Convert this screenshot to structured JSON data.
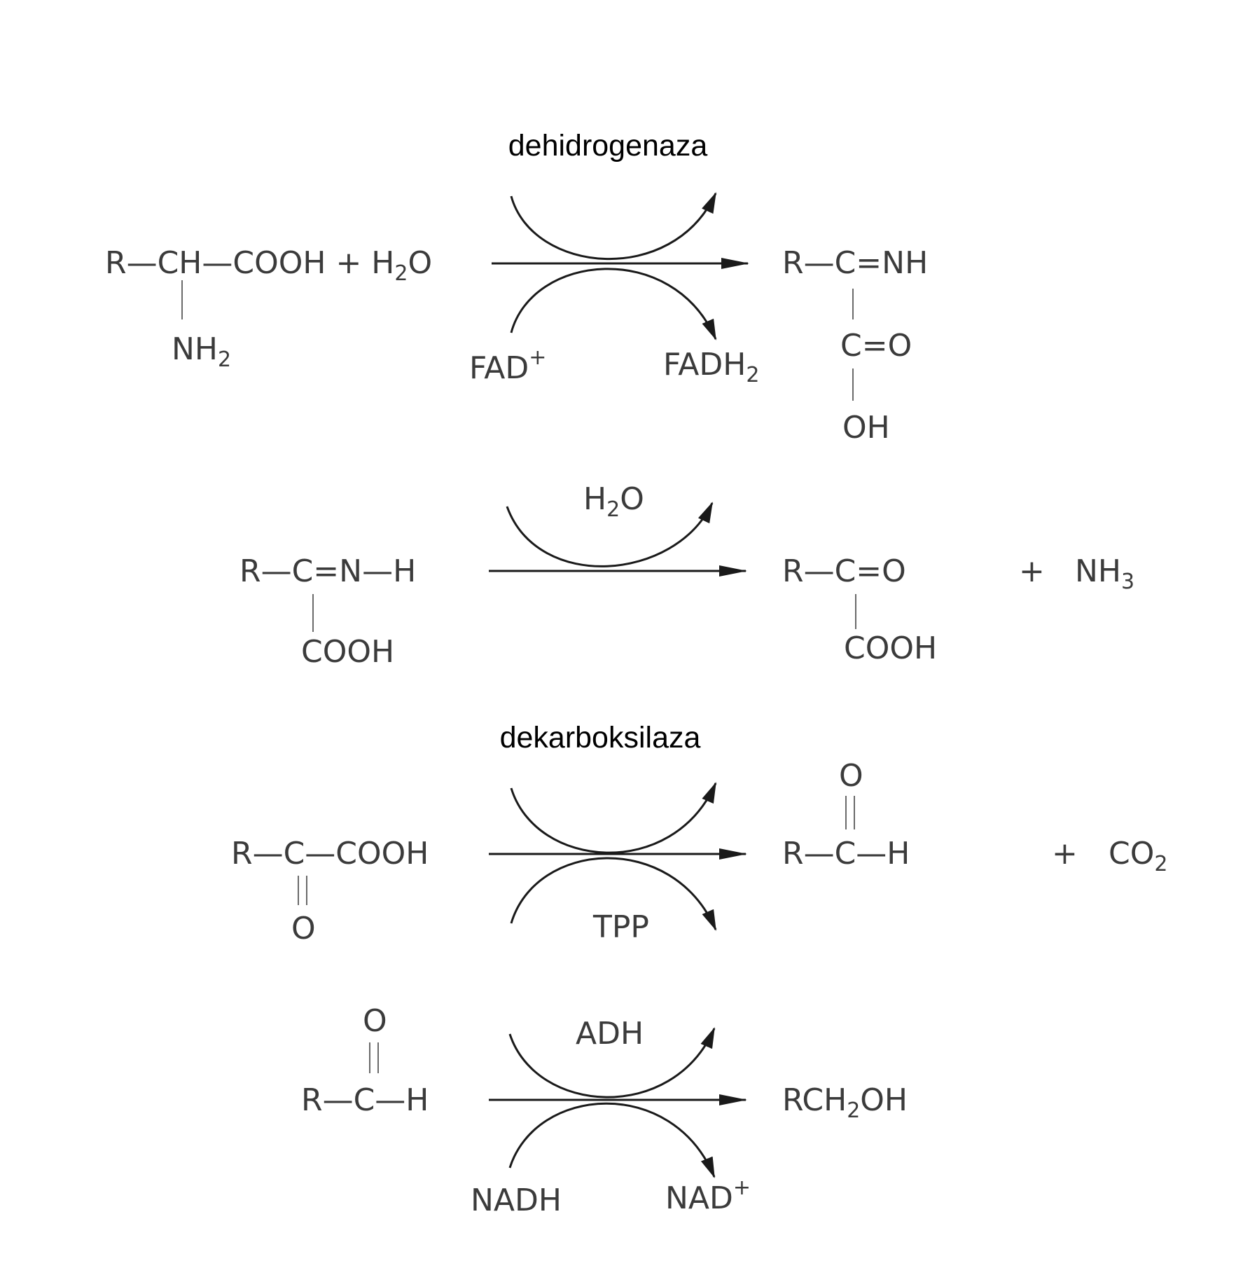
{
  "enzymes": {
    "r1": "dehidrogenaza",
    "r3": "dekarboksilaza"
  },
  "reaction1": {
    "reactant_main": "R—CH—COOH + H",
    "reactant_water_sub": "2",
    "reactant_water_end": "O",
    "reactant_nh2": "NH",
    "reactant_nh2_sub": "2",
    "cofactor_in": "FAD",
    "cofactor_in_sup": "+",
    "cofactor_out": "FADH",
    "cofactor_out_sub": "2",
    "product_top": "R—C=NH",
    "product_mid": "C=O",
    "product_bottom": "OH"
  },
  "reaction2": {
    "reagent": "H",
    "reagent_sub": "2",
    "reagent_end": "O",
    "reactant_main": "R—C=N—H",
    "reactant_bottom": "COOH",
    "product_main": "R—C=O",
    "product_bottom": "COOH",
    "plus": "+",
    "coproduct": "NH",
    "coproduct_sub": "3"
  },
  "reaction3": {
    "reactant_main": "R—C—COOH",
    "reactant_bottom": "O",
    "cofactor": "TPP",
    "product_top": "O",
    "product_main": "R—C—H",
    "plus": "+",
    "coproduct": "CO",
    "coproduct_sub": "2"
  },
  "reaction4": {
    "reactant_top": "O",
    "reactant_main": "R—C—H",
    "enzyme": "ADH",
    "cofactor_in": "NADH",
    "cofactor_out": "NAD",
    "cofactor_out_sup": "+",
    "product": "RCH",
    "product_sub": "2",
    "product_end": "OH"
  }
}
